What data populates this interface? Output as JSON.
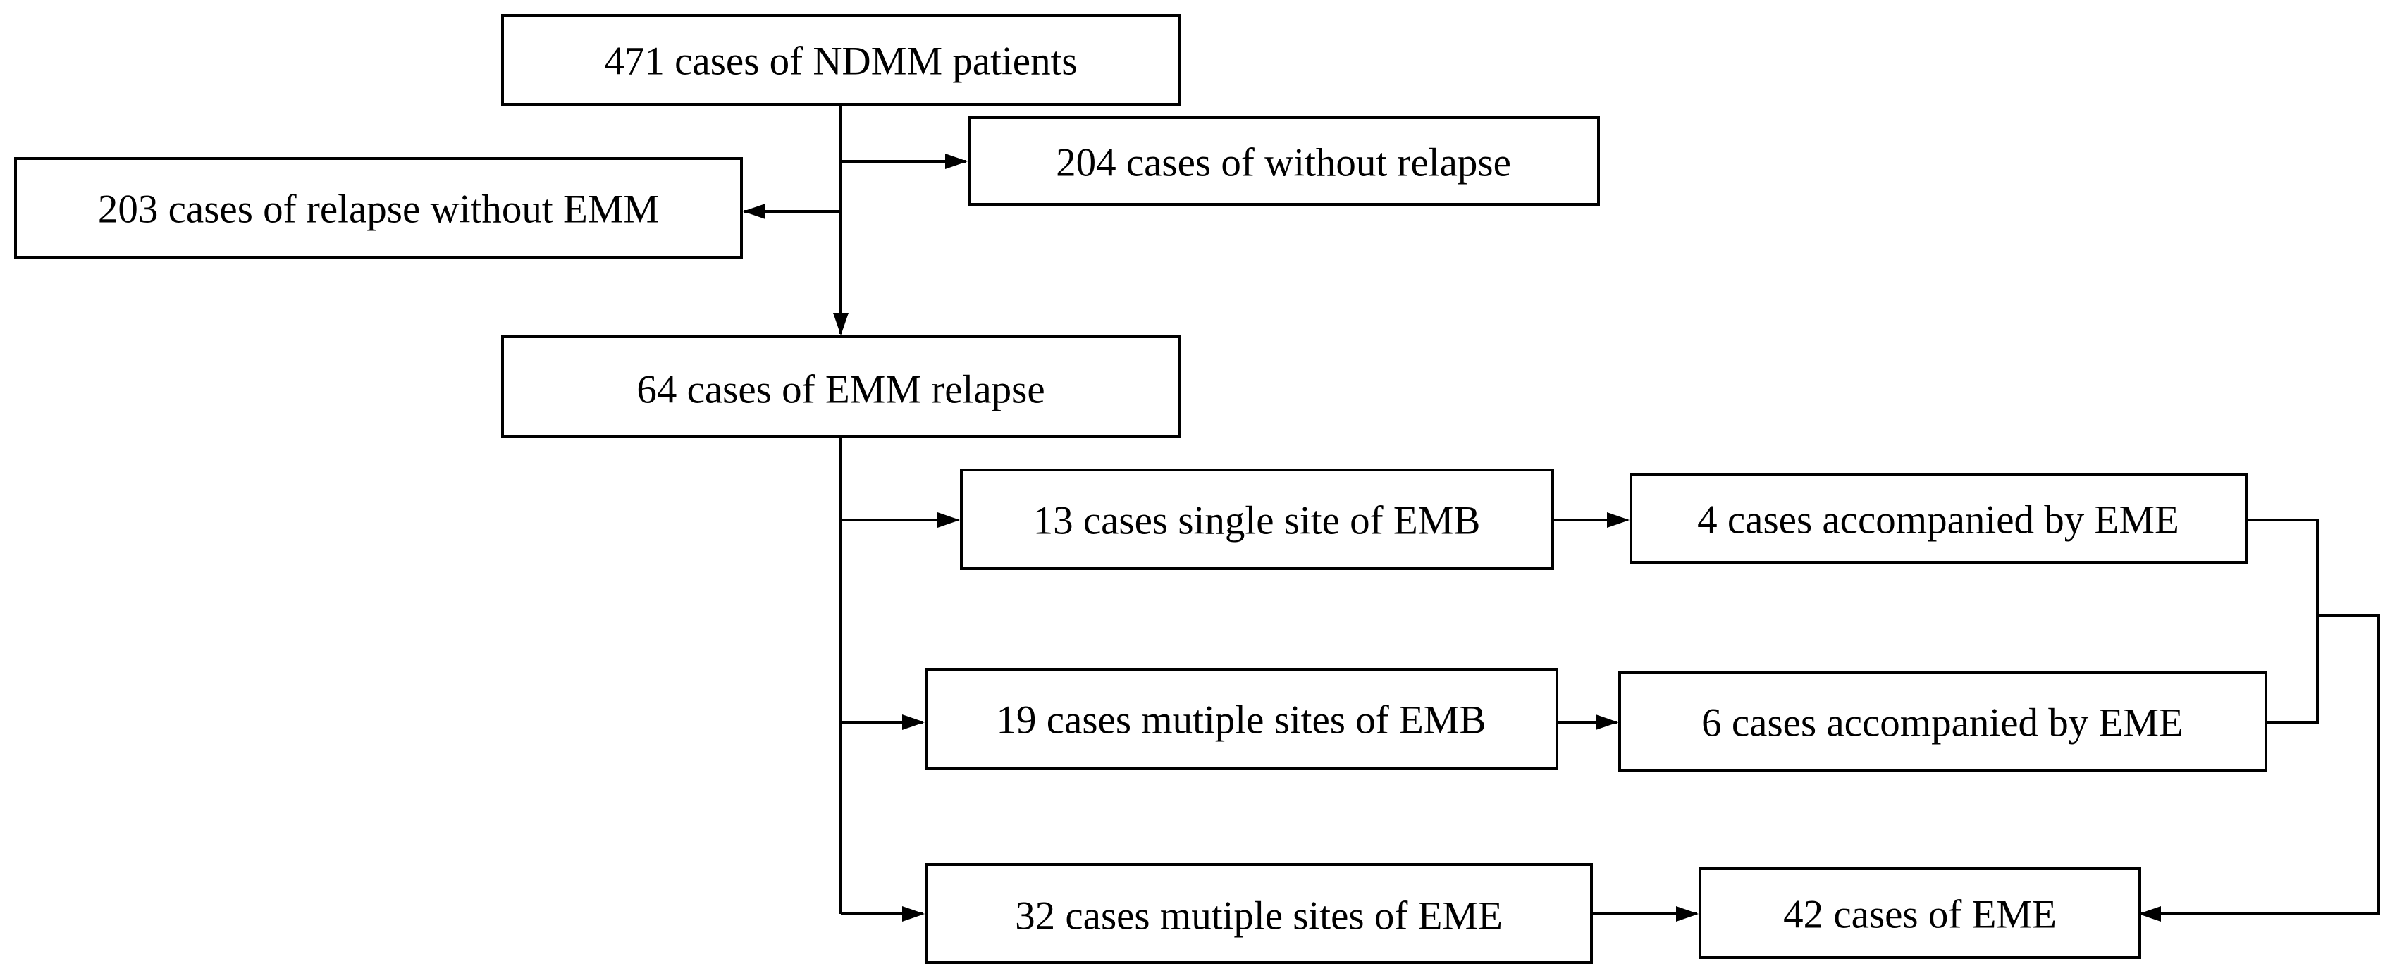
{
  "nodes": {
    "ndmm_patients": "471 cases of NDMM patients",
    "without_relapse": "204 cases of without relapse",
    "relapse_without_emm": "203 cases of relapse without EMM",
    "emm_relapse": "64 cases of EMM relapse",
    "single_site_emb": "13 cases single site of EMB",
    "single_emb_eme": "4 cases accompanied by EME",
    "multiple_sites_emb": "19 cases mutiple sites of EMB",
    "multiple_emb_eme": "6 cases accompanied by EME",
    "multiple_sites_eme": "32 cases mutiple sites of EME",
    "total_eme": "42 cases of EME"
  },
  "colors": {
    "stroke": "#000000",
    "background": "#ffffff"
  }
}
